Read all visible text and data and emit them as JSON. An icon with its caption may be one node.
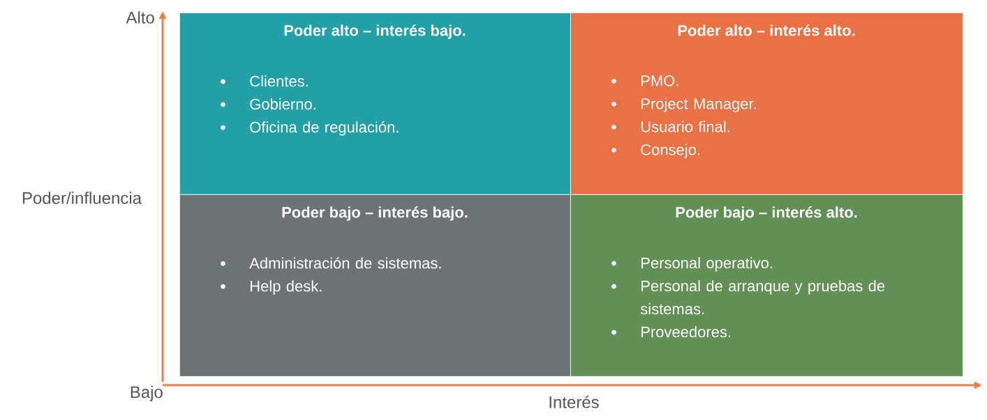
{
  "diagram": {
    "nodes": [
      {
        "text": [
          "Poder alto – interés bajo.",
          "Clientes.",
          "Gobierno.",
          "Oficina de regulación."
        ]
      },
      {
        "text": [
          "Poder alto – interés alto.",
          "PMO.",
          "Project Manager.",
          "Usuario final.",
          "Consejo."
        ]
      },
      {
        "text": [
          "Poder bajo – interés bajo.",
          "Administración de sistemas.",
          "Help desk."
        ]
      },
      {
        "text": [
          "Poder bajo – interés alto.",
          "Personal operativo.",
          "Personal de arranque y pruebas de sistemas.",
          "Proveedores."
        ]
      }
    ],
    "labels": [
      "Alto",
      "Poder/influencia",
      "Bajo",
      "Interés"
    ]
  }
}
